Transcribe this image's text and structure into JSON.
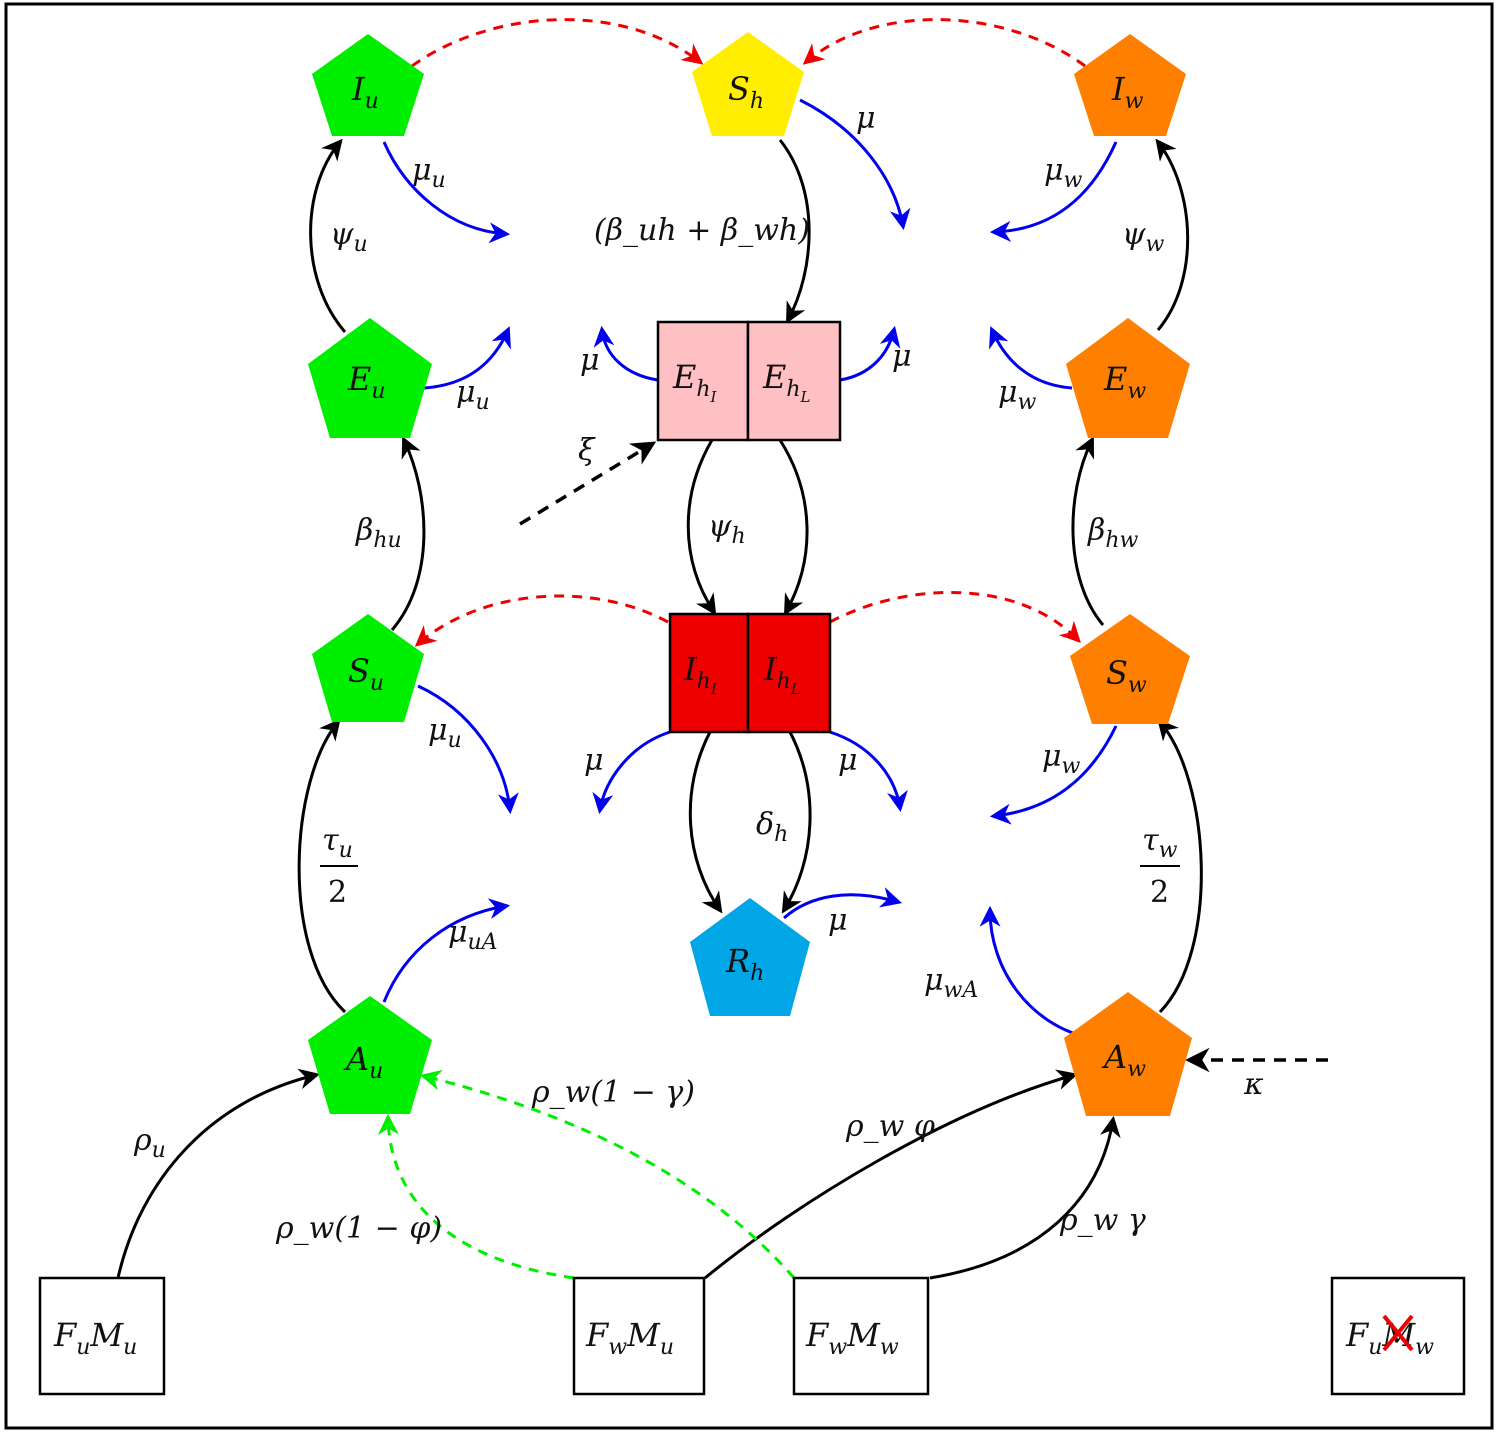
{
  "colors": {
    "green": "#00ee00",
    "yellow": "#ffee00",
    "orange": "#ff7f00",
    "cyan": "#00a6e6",
    "pink": "#ffc0c4",
    "red": "#ee0000",
    "blue_arrow": "#0000ee",
    "red_dashed": "#ee0000",
    "green_dashed": "#00ee00",
    "black": "#000000"
  },
  "nodes": {
    "Iu": {
      "main": "I",
      "sub": "u"
    },
    "Sh": {
      "main": "S",
      "sub": "h"
    },
    "Iw": {
      "main": "I",
      "sub": "w"
    },
    "Eu": {
      "main": "E",
      "sub": "u"
    },
    "Ew": {
      "main": "E",
      "sub": "w"
    },
    "EhI": {
      "main": "E",
      "sub": "hI"
    },
    "EhL": {
      "main": "E",
      "sub": "hL"
    },
    "Su": {
      "main": "S",
      "sub": "u"
    },
    "Sw": {
      "main": "S",
      "sub": "w"
    },
    "IhI": {
      "main": "I",
      "sub": "hI"
    },
    "IhL": {
      "main": "I",
      "sub": "hL"
    },
    "Rh": {
      "main": "R",
      "sub": "h"
    },
    "Au": {
      "main": "A",
      "sub": "u"
    },
    "Aw": {
      "main": "A",
      "sub": "w"
    }
  },
  "genotypes": {
    "FuMu": {
      "a": "F",
      "as": "u",
      "b": "M",
      "bs": "u"
    },
    "FwMu": {
      "a": "F",
      "as": "w",
      "b": "M",
      "bs": "u"
    },
    "FwMw": {
      "a": "F",
      "as": "w",
      "b": "M",
      "bs": "w"
    },
    "FuMw": {
      "a": "F",
      "as": "u",
      "b": "M",
      "bs": "w",
      "crossed": true
    }
  },
  "labels": {
    "mu": "μ",
    "mu_u": {
      "main": "μ",
      "sub": "u"
    },
    "mu_w": {
      "main": "μ",
      "sub": "w"
    },
    "mu_uA": {
      "main": "μ",
      "sub": "uA"
    },
    "mu_wA": {
      "main": "μ",
      "sub": "wA"
    },
    "psi_u": {
      "main": "ψ",
      "sub": "u"
    },
    "psi_w": {
      "main": "ψ",
      "sub": "w"
    },
    "psi_h": {
      "main": "ψ",
      "sub": "h"
    },
    "beta_hu": {
      "main": "β",
      "sub": "hu"
    },
    "beta_hw": {
      "main": "β",
      "sub": "hw"
    },
    "beta_sum": "(β_uh + β_wh)",
    "delta_h": {
      "main": "δ",
      "sub": "h"
    },
    "xi": "ξ",
    "kappa": "κ",
    "tau_u": {
      "num": "τ",
      "num_sub": "u",
      "den": "2"
    },
    "tau_w": {
      "num": "τ",
      "num_sub": "w",
      "den": "2"
    },
    "rho_u": {
      "main": "ρ",
      "sub": "u"
    },
    "rho_w_phi": "ρ_w φ",
    "rho_w_gamma": "ρ_w γ",
    "rho_w_1_minus_phi": "ρ_w(1 − φ)",
    "rho_w_1_minus_gamma": "ρ_w(1 − γ)"
  }
}
